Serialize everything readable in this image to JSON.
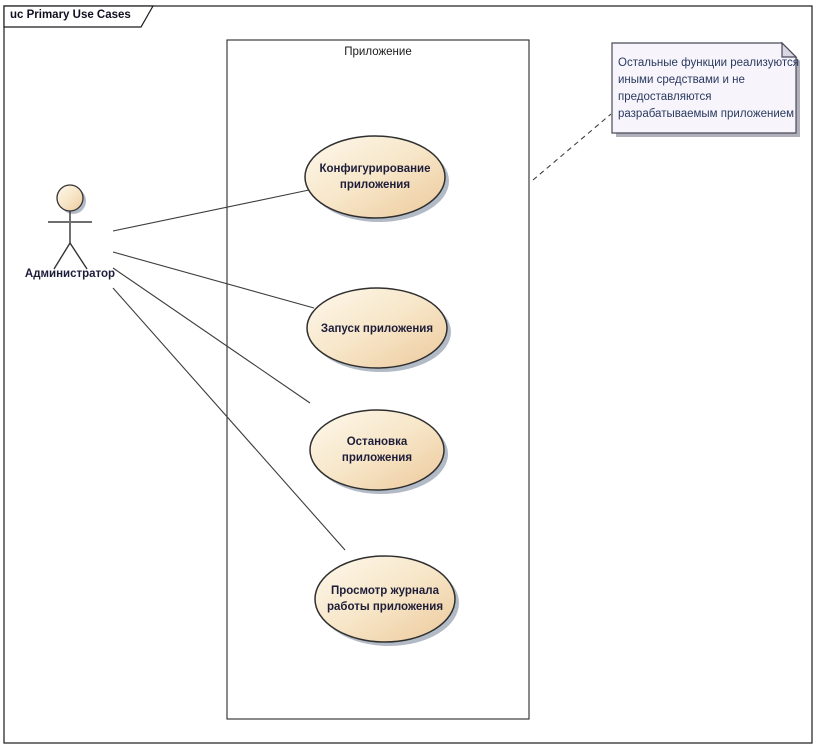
{
  "frame": {
    "title": "uc Primary Use Cases"
  },
  "system_boundary": {
    "label": "Приложение"
  },
  "actor": {
    "label": "Администратор"
  },
  "use_cases": [
    {
      "name": "configure-application",
      "lines": [
        "Конфигурирование",
        "приложения"
      ]
    },
    {
      "name": "start-application",
      "lines": [
        "Запуск приложения"
      ]
    },
    {
      "name": "stop-application",
      "lines": [
        "Остановка",
        "приложения"
      ]
    },
    {
      "name": "view-application-log",
      "lines": [
        "Просмотр журнала",
        "работы приложения"
      ]
    }
  ],
  "note": {
    "lines": [
      "Остальные функции реализуются",
      "иными средствами и не",
      "предоставляются",
      "разрабатываемым приложением"
    ]
  },
  "colors": {
    "usecase_fill_light": "#FDF8EC",
    "usecase_fill_mid": "#F7E6C8",
    "usecase_fill_dark": "#ECC99B",
    "usecase_border": "#2f2f2f",
    "note_background": "#F7F4FB",
    "note_fold": "#DBD6E4",
    "note_text": "#2A3A5F",
    "shadow": "#B2BAC6",
    "connector": "#3C3C3C"
  }
}
